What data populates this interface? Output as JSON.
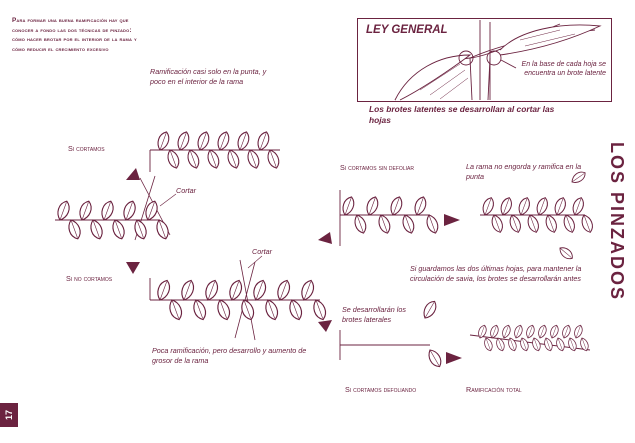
{
  "intro": "Para formar una buena ramificación hay que conocer a fondo las dos técnicas de pinzado: cómo hacer brotar por el interior de la rama y cómo reducir el crecimiento excesivo",
  "ley": {
    "title": "LEY GENERAL",
    "note": "En la base de cada hoja se encuentra un brote latente",
    "subtitle": "Los brotes latentes se desarrollan al cortar las hojas"
  },
  "side_title": "LOS PINZADOS",
  "page_number": "17",
  "labels": {
    "ramificacion_punta": "Ramificación casi solo en la punta, y poco en el interior de la rama",
    "si_cortamos": "Si cortamos",
    "cortar_1": "Cortar",
    "si_no_cortamos": "Si no cortamos",
    "cortar_2": "Cortar",
    "poca_ramificacion": "Poca ramificación, pero desarrollo y aumento de grosor de la rama",
    "sin_defoliar": "Si cortamos sin defoliar",
    "no_engorda": "La rama no engorda y ramifica en la punta",
    "si_guardamos": "Si guardamos las dos últimas hojas, para mantener la circulación de savia, los brotes se desarrollarán antes",
    "se_desarrollaran": "Se desarrollarán los brotes laterales",
    "defoliando": "Si cortamos defoliando",
    "ramificacion_total": "Ramificación total"
  },
  "colors": {
    "ink": "#6b2340",
    "paper": "#ffffff"
  }
}
